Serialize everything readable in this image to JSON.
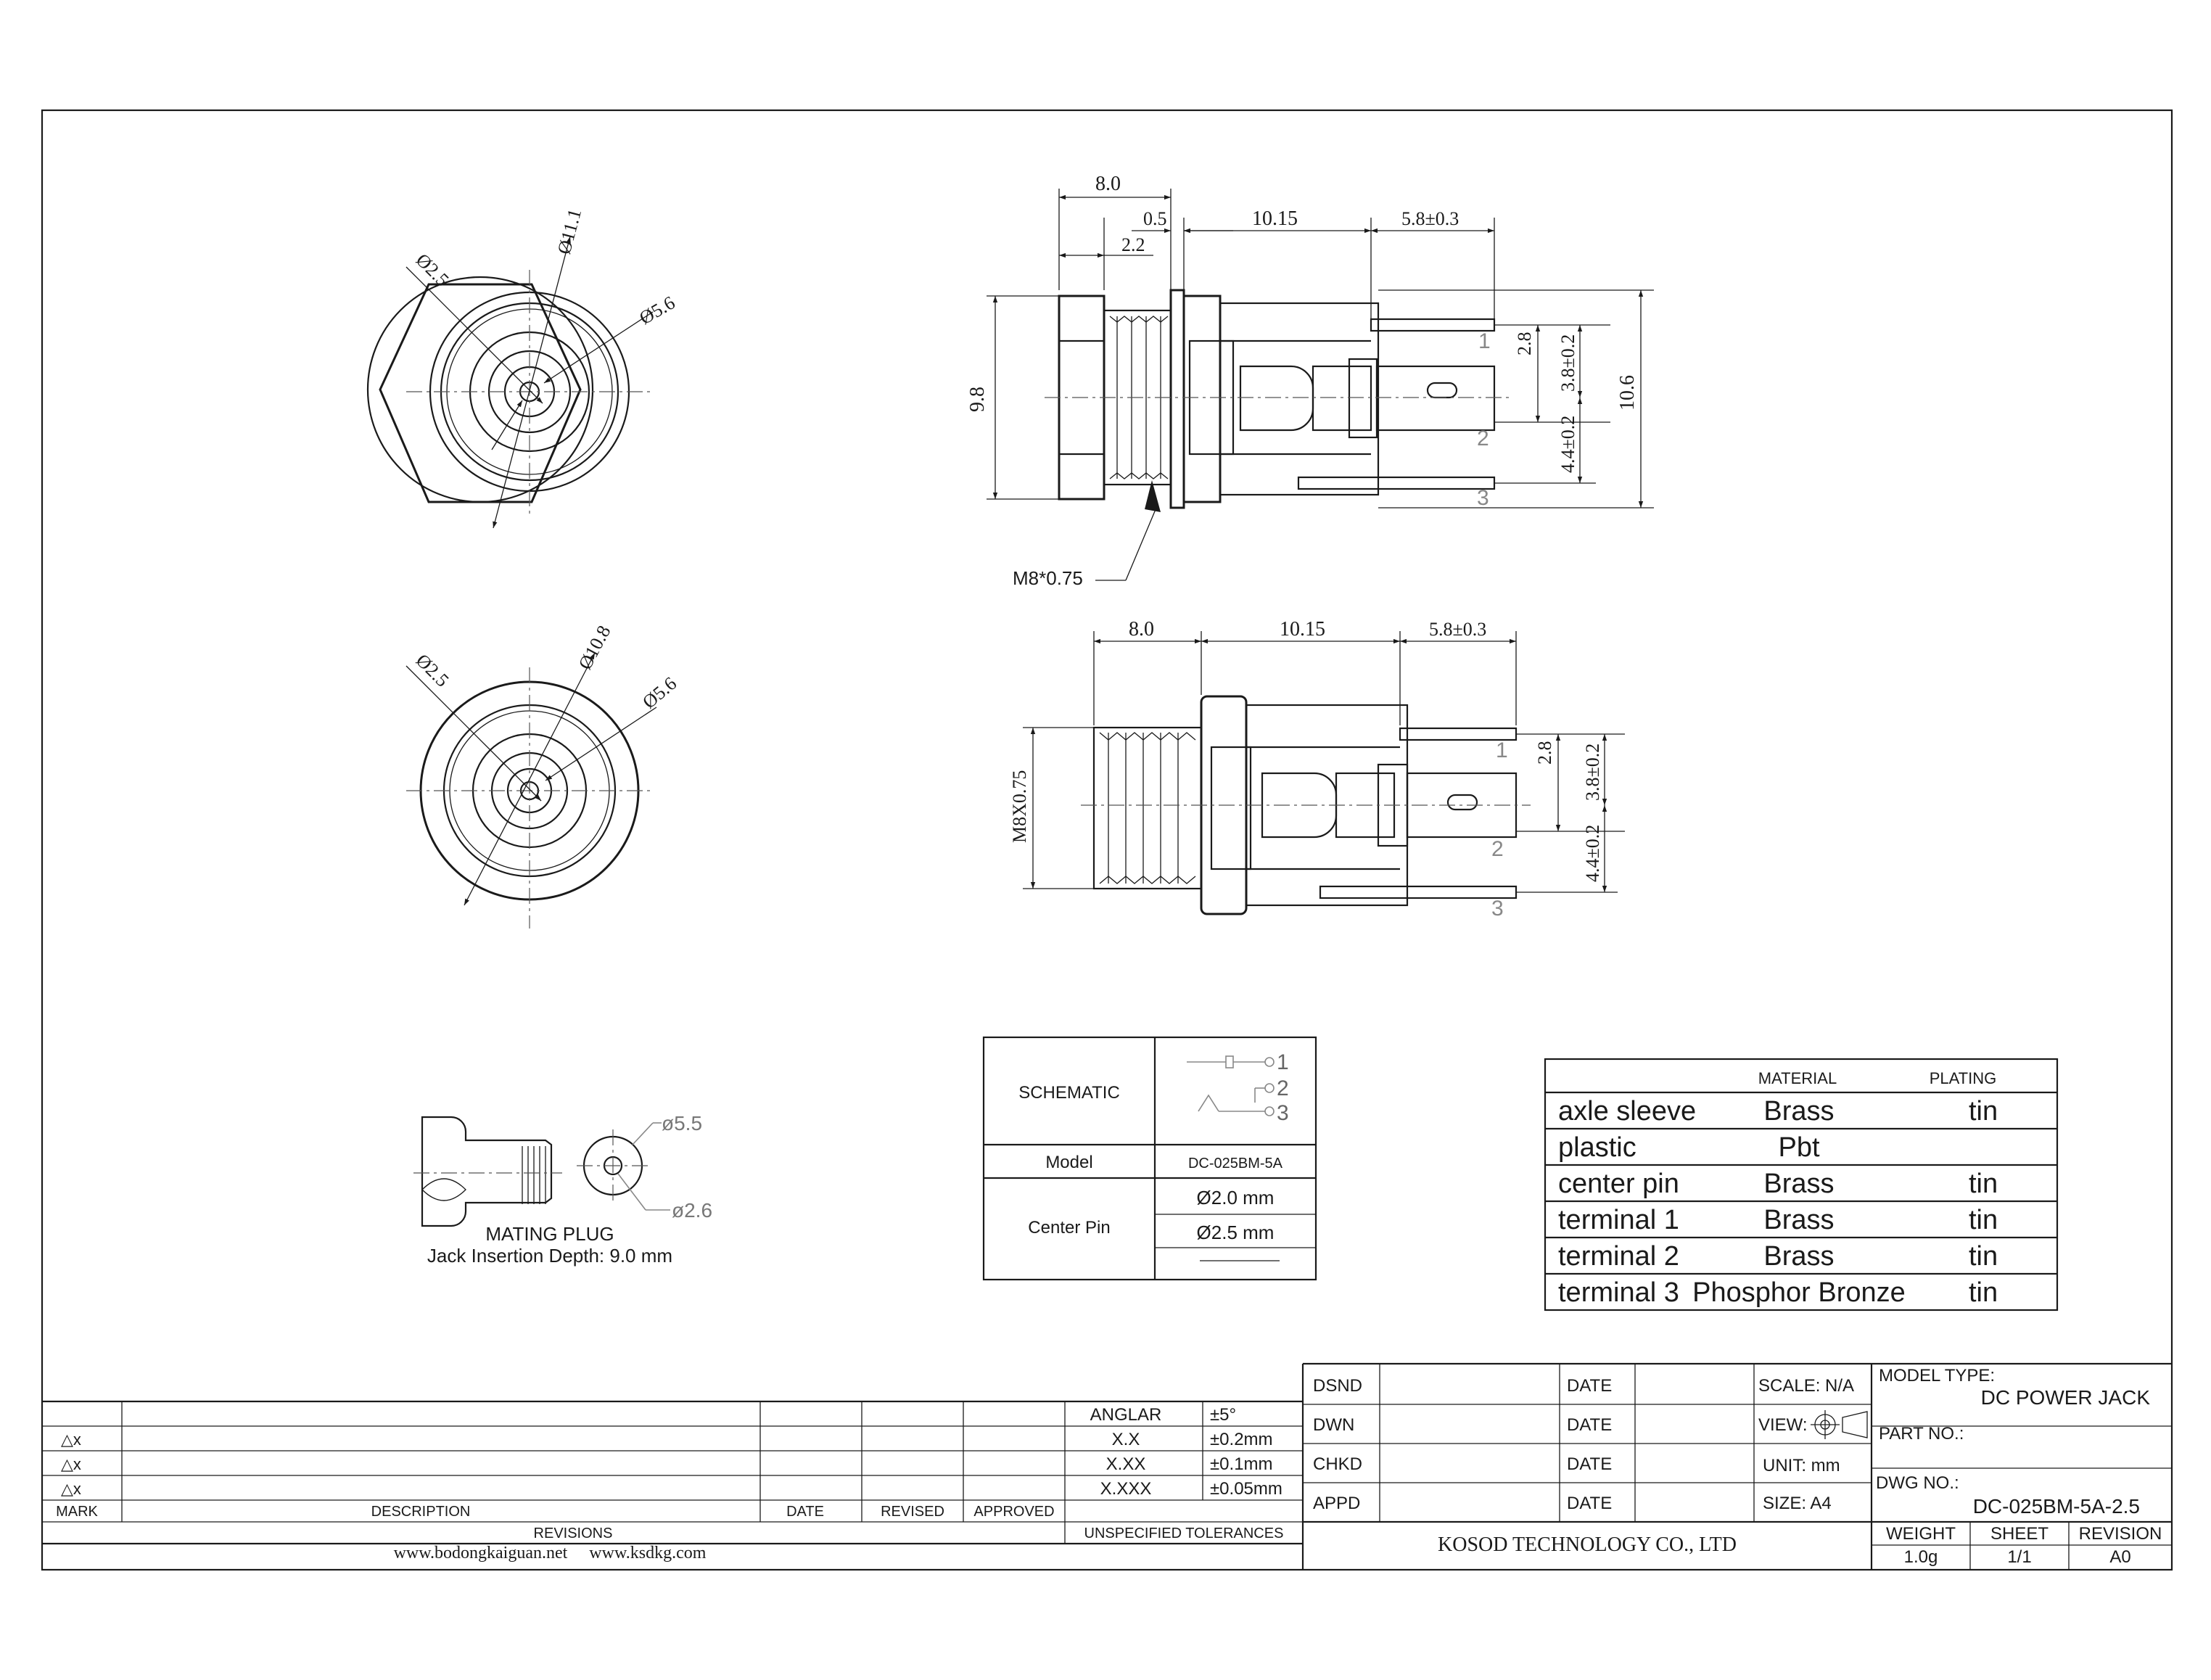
{
  "front_view_threaded": {
    "dims": [
      "Ø2.5",
      "Ø11.1",
      "Ø5.6"
    ]
  },
  "front_view_bare": {
    "dims": [
      "Ø2.5",
      "Ø10.8",
      "Ø5.6"
    ]
  },
  "side_view_top": {
    "dims": {
      "overall": "8.0",
      "flange": "0.5",
      "nut": "2.2",
      "body": "10.15",
      "pin": "5.8±0.3",
      "height": "9.8",
      "pitch": "2.8",
      "upper": "3.8±0.2",
      "lower": "4.4±0.2",
      "total": "10.6"
    },
    "thread_callout": "M8*0.75",
    "pins": [
      "1",
      "2",
      "3"
    ]
  },
  "side_view_bottom": {
    "dims": {
      "overall": "8.0",
      "body": "10.15",
      "pin": "5.8±0.3",
      "thread": "M8X0.75",
      "pitch": "2.8",
      "upper": "3.8±0.2",
      "lower": "4.4±0.2"
    },
    "pins": [
      "1",
      "2",
      "3"
    ]
  },
  "mating_plug": {
    "dims": [
      "ø5.5",
      "ø2.6"
    ],
    "title": "MATING PLUG",
    "subtitle": "Jack Insertion Depth: 9.0 mm"
  },
  "schematic_table": {
    "schematic_label": "SCHEMATIC",
    "schematic_pins": [
      "1",
      "2",
      "3"
    ],
    "model_label": "Model",
    "model_value": "DC-025BM-5A",
    "center_pin_label": "Center Pin",
    "center_pin_values": [
      "Ø2.0 mm",
      "Ø2.5 mm"
    ]
  },
  "materials_table": {
    "headers": [
      "MATERIAL",
      "PLATING"
    ],
    "rows": [
      {
        "part": "axle sleeve",
        "material": "Brass",
        "plating": "tin"
      },
      {
        "part": "plastic",
        "material": "Pbt",
        "plating": ""
      },
      {
        "part": "center pin",
        "material": "Brass",
        "plating": "tin"
      },
      {
        "part": "terminal 1",
        "material": "Brass",
        "plating": "tin"
      },
      {
        "part": "terminal 2",
        "material": "Brass",
        "plating": "tin"
      },
      {
        "part": "terminal 3",
        "material": "Phosphor Bronze",
        "plating": "tin"
      }
    ]
  },
  "revisions_block": {
    "marks": [
      "△x",
      "△x",
      "△x"
    ],
    "headers": {
      "mark": "MARK",
      "description": "DESCRIPTION",
      "date": "DATE",
      "revised": "REVISED",
      "approved": "APPROVED"
    },
    "revisions_label": "REVISIONS",
    "websites": "www.bodongkaiguan.net     www.ksdkg.com"
  },
  "tolerances": {
    "rows": [
      {
        "label": "ANGLAR",
        "value": "±5°"
      },
      {
        "label": "X.X",
        "value": "±0.2mm"
      },
      {
        "label": "X.XX",
        "value": "±0.1mm"
      },
      {
        "label": "X.XXX",
        "value": "±0.05mm"
      }
    ],
    "label": "UNSPECIFIED TOLERANCES"
  },
  "title_block": {
    "signoff": [
      "DSND",
      "DWN",
      "CHKD",
      "APPD"
    ],
    "date_label": "DATE",
    "scale": "SCALE: N/A",
    "view": "VIEW:",
    "unit": "UNIT: mm",
    "size": "SIZE: A4",
    "company": "KOSOD TECHNOLOGY CO., LTD",
    "model_type_label": "MODEL TYPE:",
    "model_type": "DC POWER JACK",
    "part_no_label": "PART NO.:",
    "dwg_no_label": "DWG NO.:",
    "dwg_no": "DC-025BM-5A-2.5",
    "weight_label": "WEIGHT",
    "weight": "1.0g",
    "sheet_label": "SHEET",
    "sheet": "1/1",
    "revision_label": "REVISION",
    "revision": "A0"
  }
}
